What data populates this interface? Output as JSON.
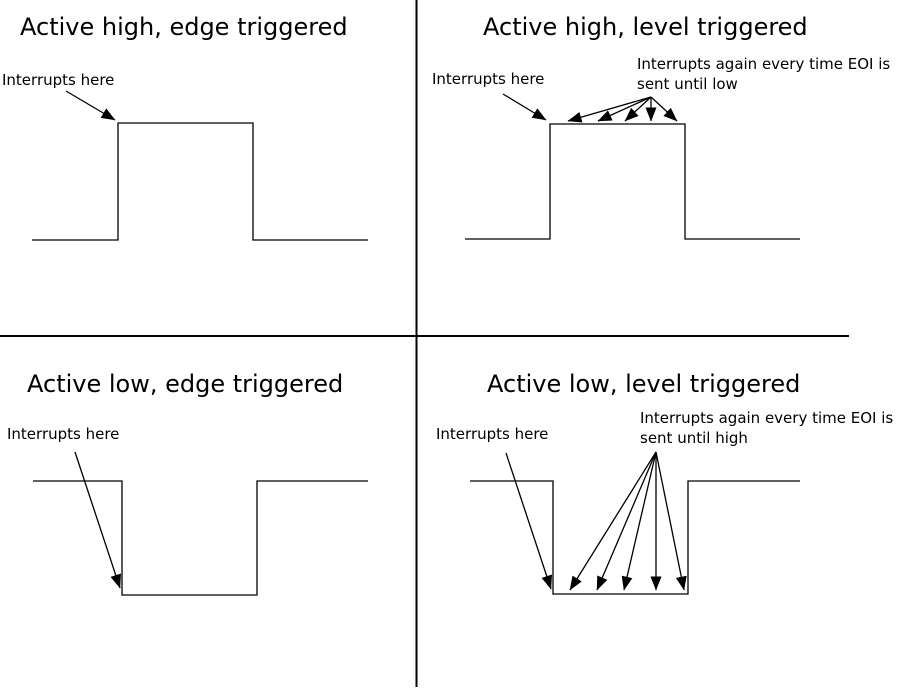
{
  "background_color": "#ffffff",
  "line_color": "#000000",
  "text_color": "#000000",
  "quadrants": [
    {
      "id": "active-high-edge",
      "title": "Active high, edge triggered",
      "interrupt_label": "Interrupts here",
      "signal": "active-high",
      "trigger": "edge",
      "waveform": "low-high-low pulse",
      "interrupt_arrow_count": 1
    },
    {
      "id": "active-high-level",
      "title": "Active high, level triggered",
      "interrupt_label": "Interrupts here",
      "repeat_label_line1": "Interrupts again every time EOI is",
      "repeat_label_line2": "sent until low",
      "signal": "active-high",
      "trigger": "level",
      "waveform": "low-high-low pulse",
      "interrupt_arrow_count": 1,
      "repeat_arrow_count": 5
    },
    {
      "id": "active-low-edge",
      "title": "Active low, edge triggered",
      "interrupt_label": "Interrupts here",
      "signal": "active-low",
      "trigger": "edge",
      "waveform": "high-low-high pulse",
      "interrupt_arrow_count": 1
    },
    {
      "id": "active-low-level",
      "title": "Active low, level triggered",
      "interrupt_label": "Interrupts here",
      "repeat_label_line1": "Interrupts again every time EOI is",
      "repeat_label_line2": "sent until high",
      "signal": "active-low",
      "trigger": "level",
      "waveform": "high-low-high pulse",
      "interrupt_arrow_count": 1,
      "repeat_arrow_count": 5
    }
  ]
}
